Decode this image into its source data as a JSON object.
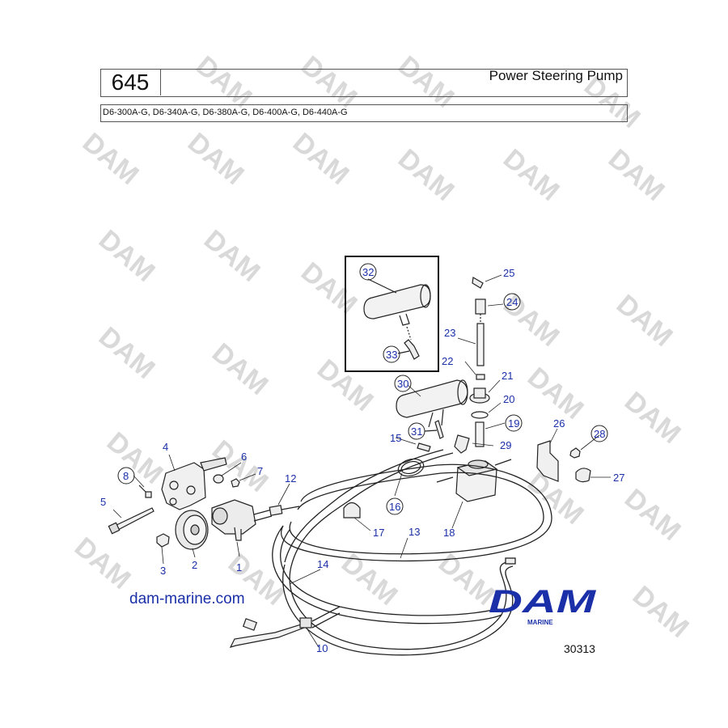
{
  "header": {
    "page_number": "645",
    "title": "Power Steering Pump",
    "models": "D6-300A-G, D6-340A-G, D6-380A-G, D6-400A-G, D6-440A-G"
  },
  "watermark": "DAM",
  "logo": {
    "text": "DAM",
    "subtext": "MARINE",
    "color": "#1a2fa8"
  },
  "website": "dam-marine.com",
  "document_number": "30313",
  "callouts": [
    "1",
    "2",
    "3",
    "4",
    "5",
    "6",
    "7",
    "8",
    "10",
    "12",
    "13",
    "14",
    "15",
    "16",
    "17",
    "18",
    "19",
    "20",
    "21",
    "22",
    "23",
    "24",
    "25",
    "26",
    "27",
    "28",
    "29",
    "30",
    "31",
    "32",
    "33"
  ],
  "circled_callouts": [
    "8",
    "16",
    "19",
    "24",
    "28",
    "30",
    "31",
    "32",
    "33"
  ],
  "colors": {
    "callout": "#1a2fa8",
    "line": "#222222",
    "watermark": "#d9d9d9"
  }
}
